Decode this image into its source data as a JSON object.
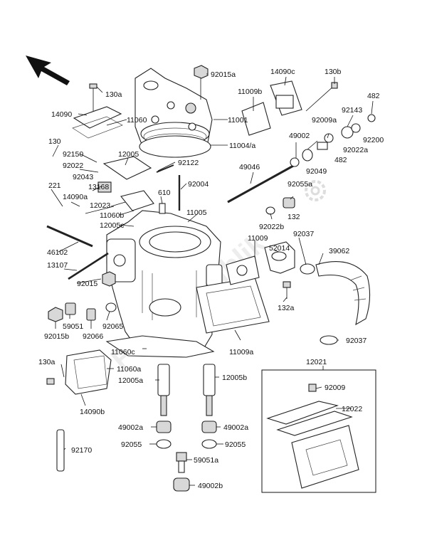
{
  "watermark": "PartsRepublik",
  "labels": {
    "p130a_top": "130a",
    "p14090": "14090",
    "p11060": "11060",
    "p92015a_top": "92015a",
    "p11001": "11001",
    "p11004a": "11004/a",
    "p11009b": "11009b",
    "p14090c": "14090c",
    "p130b": "130b",
    "p482_top": "482",
    "p92143": "92143",
    "p92009a": "92009a",
    "p49002": "49002",
    "p92200": "92200",
    "p92022a": "92022a",
    "p482_mid": "482",
    "p92049": "92049",
    "p92055a": "92055a",
    "p130": "130",
    "p92150": "92150",
    "p12005": "12005",
    "p92022": "92022",
    "p92043": "92043",
    "p221": "221",
    "p13168": "13168",
    "p14090a": "14090a",
    "p12023": "12023",
    "p11060b": "11060b",
    "p12005c": "12005c",
    "p92122": "92122",
    "p92004": "92004",
    "p610": "610",
    "p11005": "11005",
    "p49046": "49046",
    "p132": "132",
    "p92022b": "92022b",
    "p11009": "11009",
    "p92037_top": "92037",
    "p52014": "52014",
    "p39062": "39062",
    "p46102": "46102",
    "p13107": "13107",
    "p92015": "92015",
    "p132a": "132a",
    "p59051": "59051",
    "p92065": "92065",
    "p92015b": "92015b",
    "p92066": "92066",
    "p11060c": "11060c",
    "p11009a": "11009a",
    "p92037_bot": "92037",
    "p130a_bot": "130a",
    "p11060a": "11060a",
    "p12005a": "12005a",
    "p12005b": "12005b",
    "p14090b": "14090b",
    "p12021": "12021",
    "p92009": "92009",
    "p12022": "12022",
    "p49002a_l": "49002a",
    "p49002a_r": "49002a",
    "p92055_l": "92055",
    "p92055_r": "92055",
    "p92170": "92170",
    "p59051a": "59051a",
    "p49002b": "49002b"
  }
}
